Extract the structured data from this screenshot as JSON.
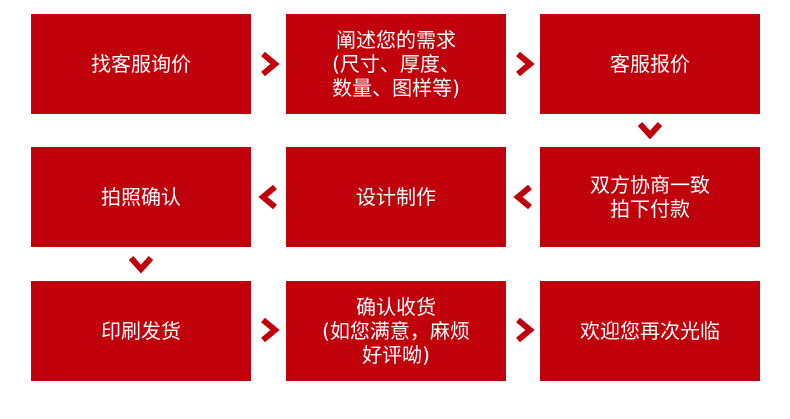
{
  "colors": {
    "box": "#c0000a",
    "arrow": "#c0000a",
    "text": "#ffffff",
    "background": "#ffffff"
  },
  "steps": [
    {
      "label": "找客服询价"
    },
    {
      "label": "阐述您的需求\n(尺寸、厚度、\n数量、图样等)"
    },
    {
      "label": "客服报价"
    },
    {
      "label": "双方协商一致\n拍下付款"
    },
    {
      "label": "设计制作"
    },
    {
      "label": "拍照确认"
    },
    {
      "label": "印刷发货"
    },
    {
      "label": "确认收货\n(如您满意，麻烦\n好评呦)"
    },
    {
      "label": "欢迎您再次光临"
    }
  ],
  "arrows": [
    {
      "from": 1,
      "to": 2,
      "direction": "right",
      "icon": "chevron-right-icon"
    },
    {
      "from": 2,
      "to": 3,
      "direction": "right",
      "icon": "chevron-right-icon"
    },
    {
      "from": 3,
      "to": 4,
      "direction": "down",
      "icon": "chevron-down-icon"
    },
    {
      "from": 4,
      "to": 5,
      "direction": "left",
      "icon": "chevron-left-icon"
    },
    {
      "from": 5,
      "to": 6,
      "direction": "left",
      "icon": "chevron-left-icon"
    },
    {
      "from": 6,
      "to": 7,
      "direction": "down",
      "icon": "chevron-down-icon"
    },
    {
      "from": 7,
      "to": 8,
      "direction": "right",
      "icon": "chevron-right-icon"
    },
    {
      "from": 8,
      "to": 9,
      "direction": "right",
      "icon": "chevron-right-icon"
    }
  ]
}
